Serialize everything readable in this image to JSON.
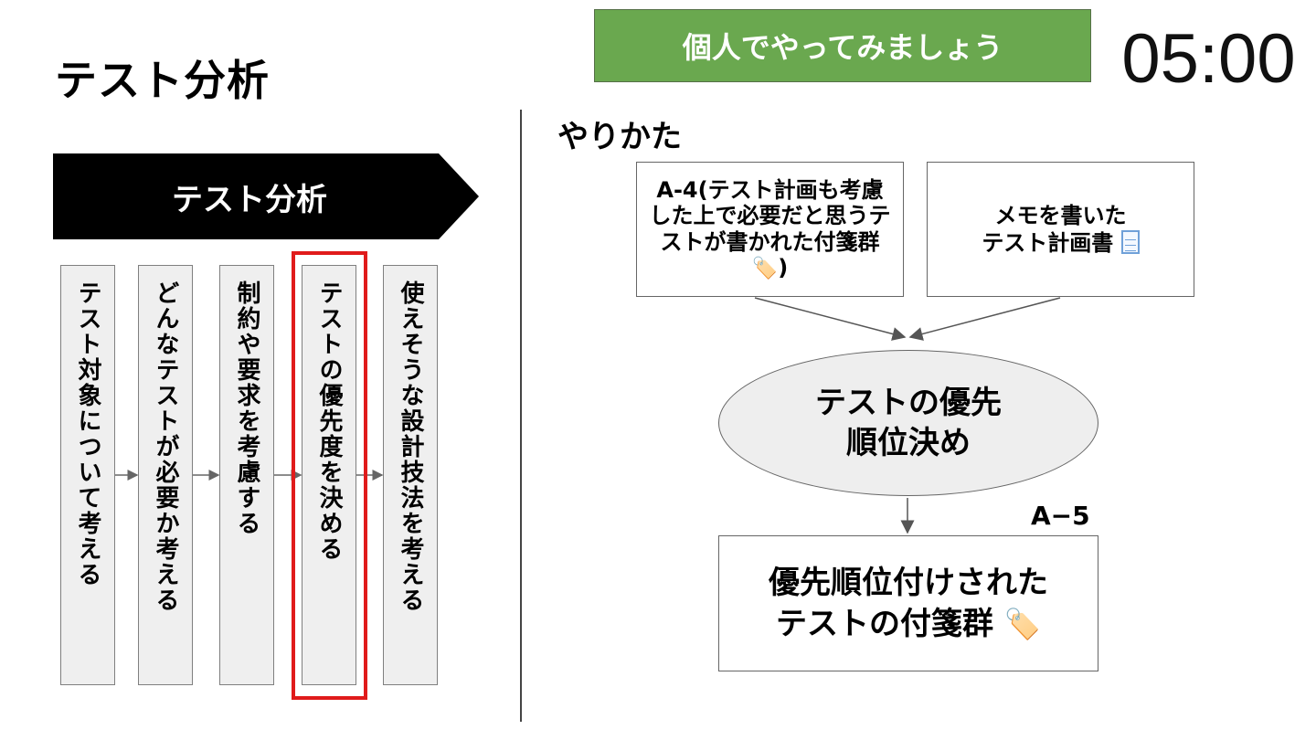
{
  "title": "テスト分析",
  "banner": "個人でやってみましょう",
  "timer": "05:00",
  "left_panel": {
    "phase": "テスト分析",
    "steps": [
      "テスト対象について考える",
      "どんなテストが必要か考える",
      "制約や要求を考慮する",
      "テストの優先度を決める",
      "使えそうな設計技法を考える"
    ]
  },
  "right_panel": {
    "title": "やりかた",
    "input_a4": "A-4(テスト計画も考慮した上で必要だと思うテストが書かれた付箋群",
    "input_a4_close": ")",
    "input_memo_line1": "メモを書いた",
    "input_memo_line2": "テスト計画書",
    "process_line1": "テストの優先",
    "process_line2": "順位決め",
    "output_label": "A−5",
    "output_line1": "優先順位付けされた",
    "output_line2": "テストの付箋群",
    "tag_emoji": "🏷️"
  },
  "icons": {
    "tag": "label-tag-icon",
    "document": "document-icon"
  },
  "colors": {
    "banner": "#6aa84f",
    "highlight": "#e01b1b",
    "phase_arrow": "#000000",
    "step_fill": "#efefef",
    "ellipse_fill": "#eeeeee"
  }
}
